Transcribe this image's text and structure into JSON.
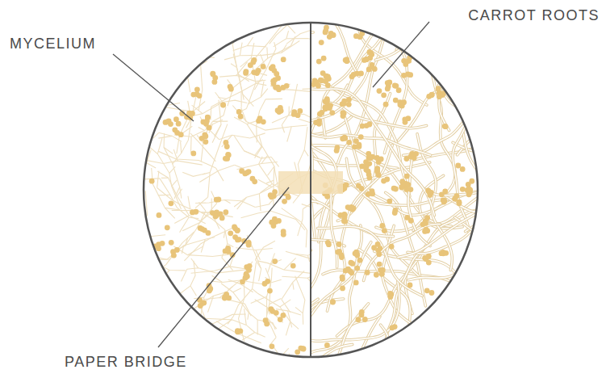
{
  "diagram": {
    "labels": [
      "MYCELIUM",
      "CARROT ROOTS",
      "PAPER BRIDGE"
    ]
  }
}
